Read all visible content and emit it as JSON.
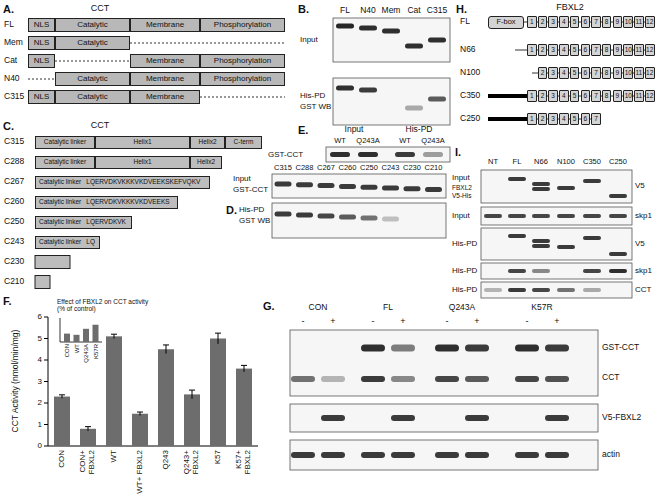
{
  "diagram": {
    "nodes": [
      {
        "text": [
          "NLS"
        ]
      },
      {
        "text": [
          "Catalytic"
        ]
      },
      {
        "text": [
          "Membrane"
        ]
      },
      {
        "text": [
          "Phosphorylation"
        ]
      },
      {
        "text": [
          "NLS"
        ]
      },
      {
        "text": [
          "Catalytic"
        ]
      },
      {
        "text": [
          "NLS"
        ]
      },
      {
        "text": [
          "Membrane"
        ]
      },
      {
        "text": [
          "Phosphorylation"
        ]
      },
      {
        "text": [
          "Catalytic"
        ]
      },
      {
        "text": [
          "Membrane"
        ]
      },
      {
        "text": [
          "Phosphorylation"
        ]
      },
      {
        "text": [
          "NLS"
        ]
      },
      {
        "text": [
          "Catalytic"
        ]
      },
      {
        "text": [
          "Membrane"
        ]
      },
      {
        "text": [
          "F-box"
        ]
      },
      {
        "text": [
          "1"
        ]
      },
      {
        "text": [
          "2"
        ]
      },
      {
        "text": [
          "3"
        ]
      },
      {
        "text": [
          "4"
        ]
      },
      {
        "text": [
          "5"
        ]
      },
      {
        "text": [
          "6"
        ]
      },
      {
        "text": [
          "7"
        ]
      },
      {
        "text": [
          "8"
        ]
      },
      {
        "text": [
          "9"
        ]
      },
      {
        "text": [
          "10"
        ]
      },
      {
        "text": [
          "11"
        ]
      },
      {
        "text": [
          "12"
        ]
      },
      {
        "text": [
          "1"
        ]
      },
      {
        "text": [
          "2"
        ]
      },
      {
        "text": [
          "3"
        ]
      },
      {
        "text": [
          "4"
        ]
      },
      {
        "text": [
          "5"
        ]
      },
      {
        "text": [
          "6"
        ]
      },
      {
        "text": [
          "7"
        ]
      },
      {
        "text": [
          "8"
        ]
      },
      {
        "text": [
          "9"
        ]
      },
      {
        "text": [
          "10"
        ]
      },
      {
        "text": [
          "11"
        ]
      },
      {
        "text": [
          "12"
        ]
      },
      {
        "text": [
          "2"
        ]
      },
      {
        "text": [
          "3"
        ]
      },
      {
        "text": [
          "4"
        ]
      },
      {
        "text": [
          "5"
        ]
      },
      {
        "text": [
          "6"
        ]
      },
      {
        "text": [
          "7"
        ]
      },
      {
        "text": [
          "8"
        ]
      },
      {
        "text": [
          "9"
        ]
      },
      {
        "text": [
          "10"
        ]
      },
      {
        "text": [
          "11"
        ]
      },
      {
        "text": [
          "12"
        ]
      },
      {
        "text": [
          "1"
        ]
      },
      {
        "text": [
          "2"
        ]
      },
      {
        "text": [
          "3"
        ]
      },
      {
        "text": [
          "4"
        ]
      },
      {
        "text": [
          "5"
        ]
      },
      {
        "text": [
          "6"
        ]
      },
      {
        "text": [
          "7"
        ]
      },
      {
        "text": [
          "8"
        ]
      },
      {
        "text": [
          "9"
        ]
      },
      {
        "text": [
          "10"
        ]
      },
      {
        "text": [
          "11"
        ]
      },
      {
        "text": [
          "12"
        ]
      },
      {
        "text": [
          "1"
        ]
      },
      {
        "text": [
          "2"
        ]
      },
      {
        "text": [
          "3"
        ]
      },
      {
        "text": [
          "4"
        ]
      },
      {
        "text": [
          "5"
        ]
      },
      {
        "text": [
          "6"
        ]
      },
      {
        "text": [
          "7"
        ]
      },
      {
        "text": [
          "Catalytic linker"
        ]
      },
      {
        "text": [
          "Helix1"
        ]
      },
      {
        "text": [
          "Helix2"
        ]
      },
      {
        "text": [
          "C-term"
        ]
      },
      {
        "text": [
          "Catalytic linker"
        ]
      },
      {
        "text": [
          "Helix1"
        ]
      },
      {
        "text": [
          "Helix2"
        ]
      },
      {
        "text": [
          "Catalytic linker",
          "LQERVDKVKKKVKDVEEKSKEFVQKV"
        ]
      },
      {
        "text": [
          "Catalytic linker",
          "LQERVDKVKKKVKDVEEKS"
        ]
      },
      {
        "text": [
          "Catalytic linker",
          "LQERVDKVK"
        ]
      },
      {
        "text": [
          "Catalytic linker",
          "LQ"
        ]
      }
    ],
    "labels": [
      "A.",
      "CCT",
      "FL",
      "Mem",
      "Cat",
      "N40",
      "C315",
      "B.",
      "FL",
      "N40",
      "Mem",
      "Cat",
      "C315",
      "Input",
      "His-PD",
      "GST WB",
      "H.",
      "FBXL2",
      "FL",
      "N66",
      "N100",
      "C350",
      "C250",
      "C.",
      "CCT",
      "C315",
      "C288",
      "C267",
      "C260",
      "C250",
      "C243",
      "C230",
      "C210",
      "E.",
      "Input",
      "His-PD",
      "WT",
      "Q243A",
      "WT",
      "Q243A",
      "GST-CCT",
      "C315",
      "C288",
      "C267",
      "C260",
      "C250",
      "C243",
      "C230",
      "C210",
      "Input",
      "GST-CCT",
      "D.",
      "His-PD",
      "GST WB",
      "I.",
      "NT",
      "FL",
      "N66",
      "N100",
      "C350",
      "C250",
      "Input",
      "FBXL2",
      "V5-His",
      "Input",
      "His-PD",
      "His-PD",
      "His-PD",
      "V5",
      "skp1",
      "V5",
      "skp1",
      "CCT",
      "F.",
      "CCT Activity (nmol/min/mg)",
      "0",
      "1",
      "2",
      "3",
      "4",
      "5",
      "6",
      "CON",
      "CON+ FBXL2",
      "WT",
      "WT+ FBXL2",
      "Q243",
      "Q243+ FBXL2",
      "K57",
      "K57+ FBXL2",
      "Effect of FBXL2 on CCT activity (% of control)",
      "CON",
      "WT",
      "Q243A",
      "K57R",
      "G.",
      "CON",
      "FL",
      "Q243A",
      "K57R",
      "-",
      "+",
      "-",
      "+",
      "-",
      "+",
      "-",
      "+",
      "GST-CCT",
      "CCT",
      "V5-FBXL2",
      "actin"
    ]
  }
}
